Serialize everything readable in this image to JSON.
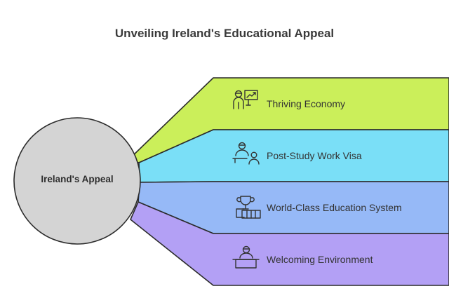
{
  "title": "Unveiling Ireland's Educational Appeal",
  "hub": {
    "label": "Ireland's Appeal",
    "color": "#d4d4d4"
  },
  "items": [
    {
      "label": "Thriving Economy",
      "color": "#cbef5a",
      "icon": "economy-chart-icon"
    },
    {
      "label": "Post-Study Work Visa",
      "color": "#7adff7",
      "icon": "work-visa-icon"
    },
    {
      "label": "World-Class Education System",
      "color": "#96b9f7",
      "icon": "trophy-books-icon"
    },
    {
      "label": "Welcoming Environment",
      "color": "#b3a0f5",
      "icon": "welcoming-desk-icon"
    }
  ]
}
